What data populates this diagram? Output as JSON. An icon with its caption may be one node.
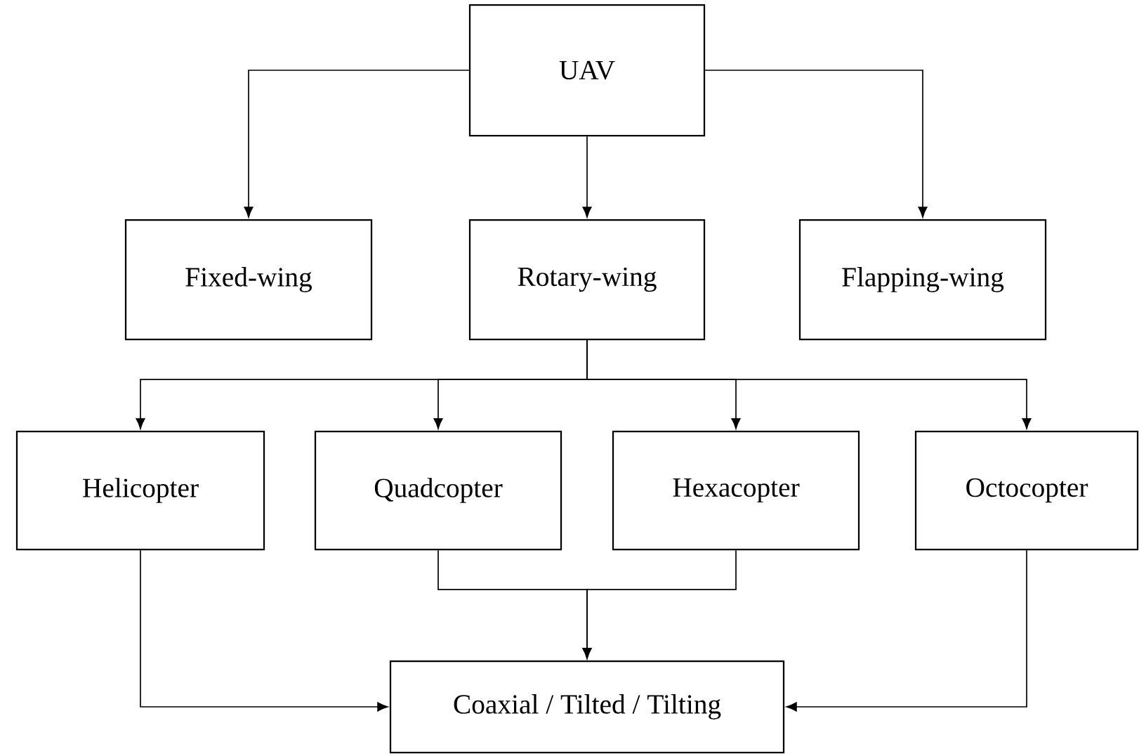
{
  "diagram": {
    "nodes": [
      {
        "text": [
          "UAV"
        ]
      },
      {
        "text": [
          "Fixed-wing"
        ]
      },
      {
        "text": [
          "Rotary-wing"
        ]
      },
      {
        "text": [
          "Flapping-wing"
        ]
      },
      {
        "text": [
          "Helicopter"
        ]
      },
      {
        "text": [
          "Quadcopter"
        ]
      },
      {
        "text": [
          "Hexacopter"
        ]
      },
      {
        "text": [
          "Octocopter"
        ]
      },
      {
        "text": [
          "Coaxial / Tilted / Tilting"
        ]
      }
    ],
    "edges": [
      {
        "from": 0,
        "to": 1,
        "arrow": "to"
      },
      {
        "from": 0,
        "to": 2,
        "arrow": "to"
      },
      {
        "from": 0,
        "to": 3,
        "arrow": "to"
      },
      {
        "from": 2,
        "to": 4,
        "arrow": "to"
      },
      {
        "from": 2,
        "to": 5,
        "arrow": "to"
      },
      {
        "from": 2,
        "to": 6,
        "arrow": "to"
      },
      {
        "from": 2,
        "to": 7,
        "arrow": "to"
      },
      {
        "from": 4,
        "to": 8,
        "arrow": "to"
      },
      {
        "from": 5,
        "to": 8,
        "arrow": "to"
      },
      {
        "from": 6,
        "to": 8,
        "arrow": "to"
      },
      {
        "from": 7,
        "to": 8,
        "arrow": "to"
      }
    ]
  }
}
